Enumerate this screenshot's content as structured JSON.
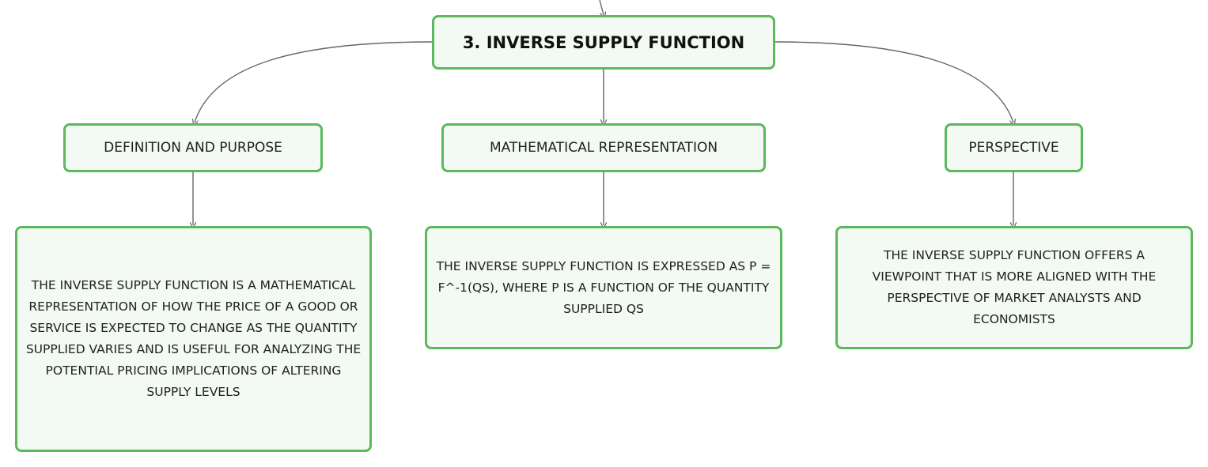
{
  "colors": {
    "node_border": "#5cb85c",
    "node_fill": "#f3f9f3",
    "connector": "#666666"
  },
  "root": {
    "label": "3. INVERSE SUPPLY FUNCTION"
  },
  "branches": [
    {
      "label": "DEFINITION AND PURPOSE",
      "detail": "THE INVERSE SUPPLY FUNCTION IS A MATHEMATICAL REPRESENTATION OF HOW THE PRICE OF A GOOD OR SERVICE IS EXPECTED TO CHANGE AS THE QUANTITY SUPPLIED VARIES AND IS USEFUL FOR ANALYZING THE POTENTIAL PRICING IMPLICATIONS OF ALTERING SUPPLY LEVELS"
    },
    {
      "label": "MATHEMATICAL REPRESENTATION",
      "detail": "THE INVERSE SUPPLY FUNCTION IS EXPRESSED AS P = F^-1(QS), WHERE P IS A FUNCTION OF THE QUANTITY SUPPLIED QS"
    },
    {
      "label": "PERSPECTIVE",
      "detail": "THE INVERSE SUPPLY FUNCTION OFFERS A VIEWPOINT THAT IS MORE ALIGNED WITH THE PERSPECTIVE OF MARKET ANALYSTS AND ECONOMISTS"
    }
  ]
}
